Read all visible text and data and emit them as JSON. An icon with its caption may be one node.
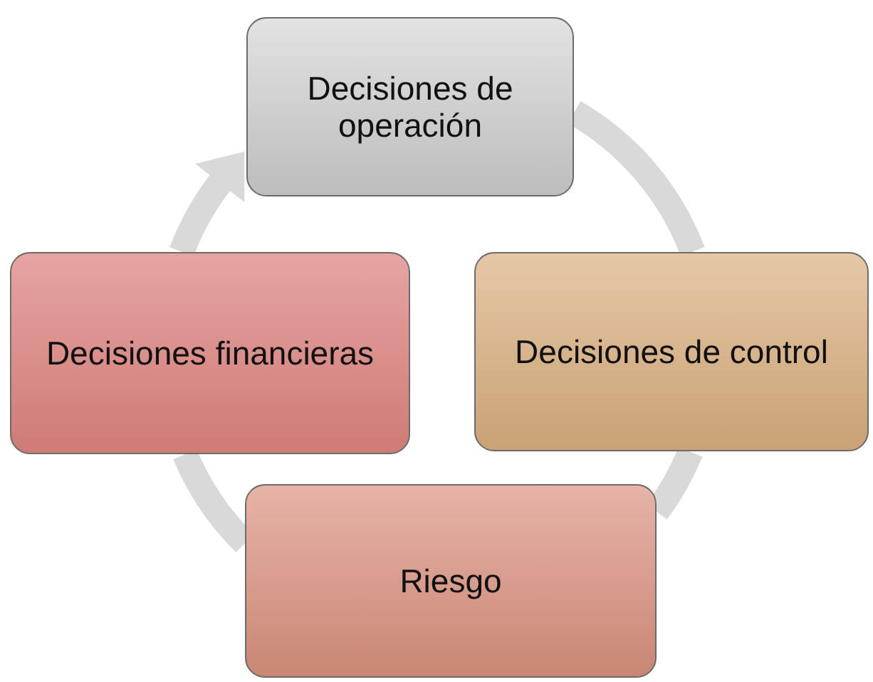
{
  "diagram": {
    "nodes": [
      {
        "text": [
          "Decisiones de operación"
        ]
      },
      {
        "text": [
          "Decisiones de control"
        ]
      },
      {
        "text": [
          "Riesgo"
        ]
      },
      {
        "text": [
          "Decisiones financieras"
        ]
      }
    ],
    "edges": [
      {
        "from": 0,
        "to": 1,
        "arrow": "none"
      },
      {
        "from": 1,
        "to": 2,
        "arrow": "none"
      },
      {
        "from": 2,
        "to": 3,
        "arrow": "none"
      },
      {
        "from": 3,
        "to": 0,
        "arrow": "to"
      }
    ]
  }
}
